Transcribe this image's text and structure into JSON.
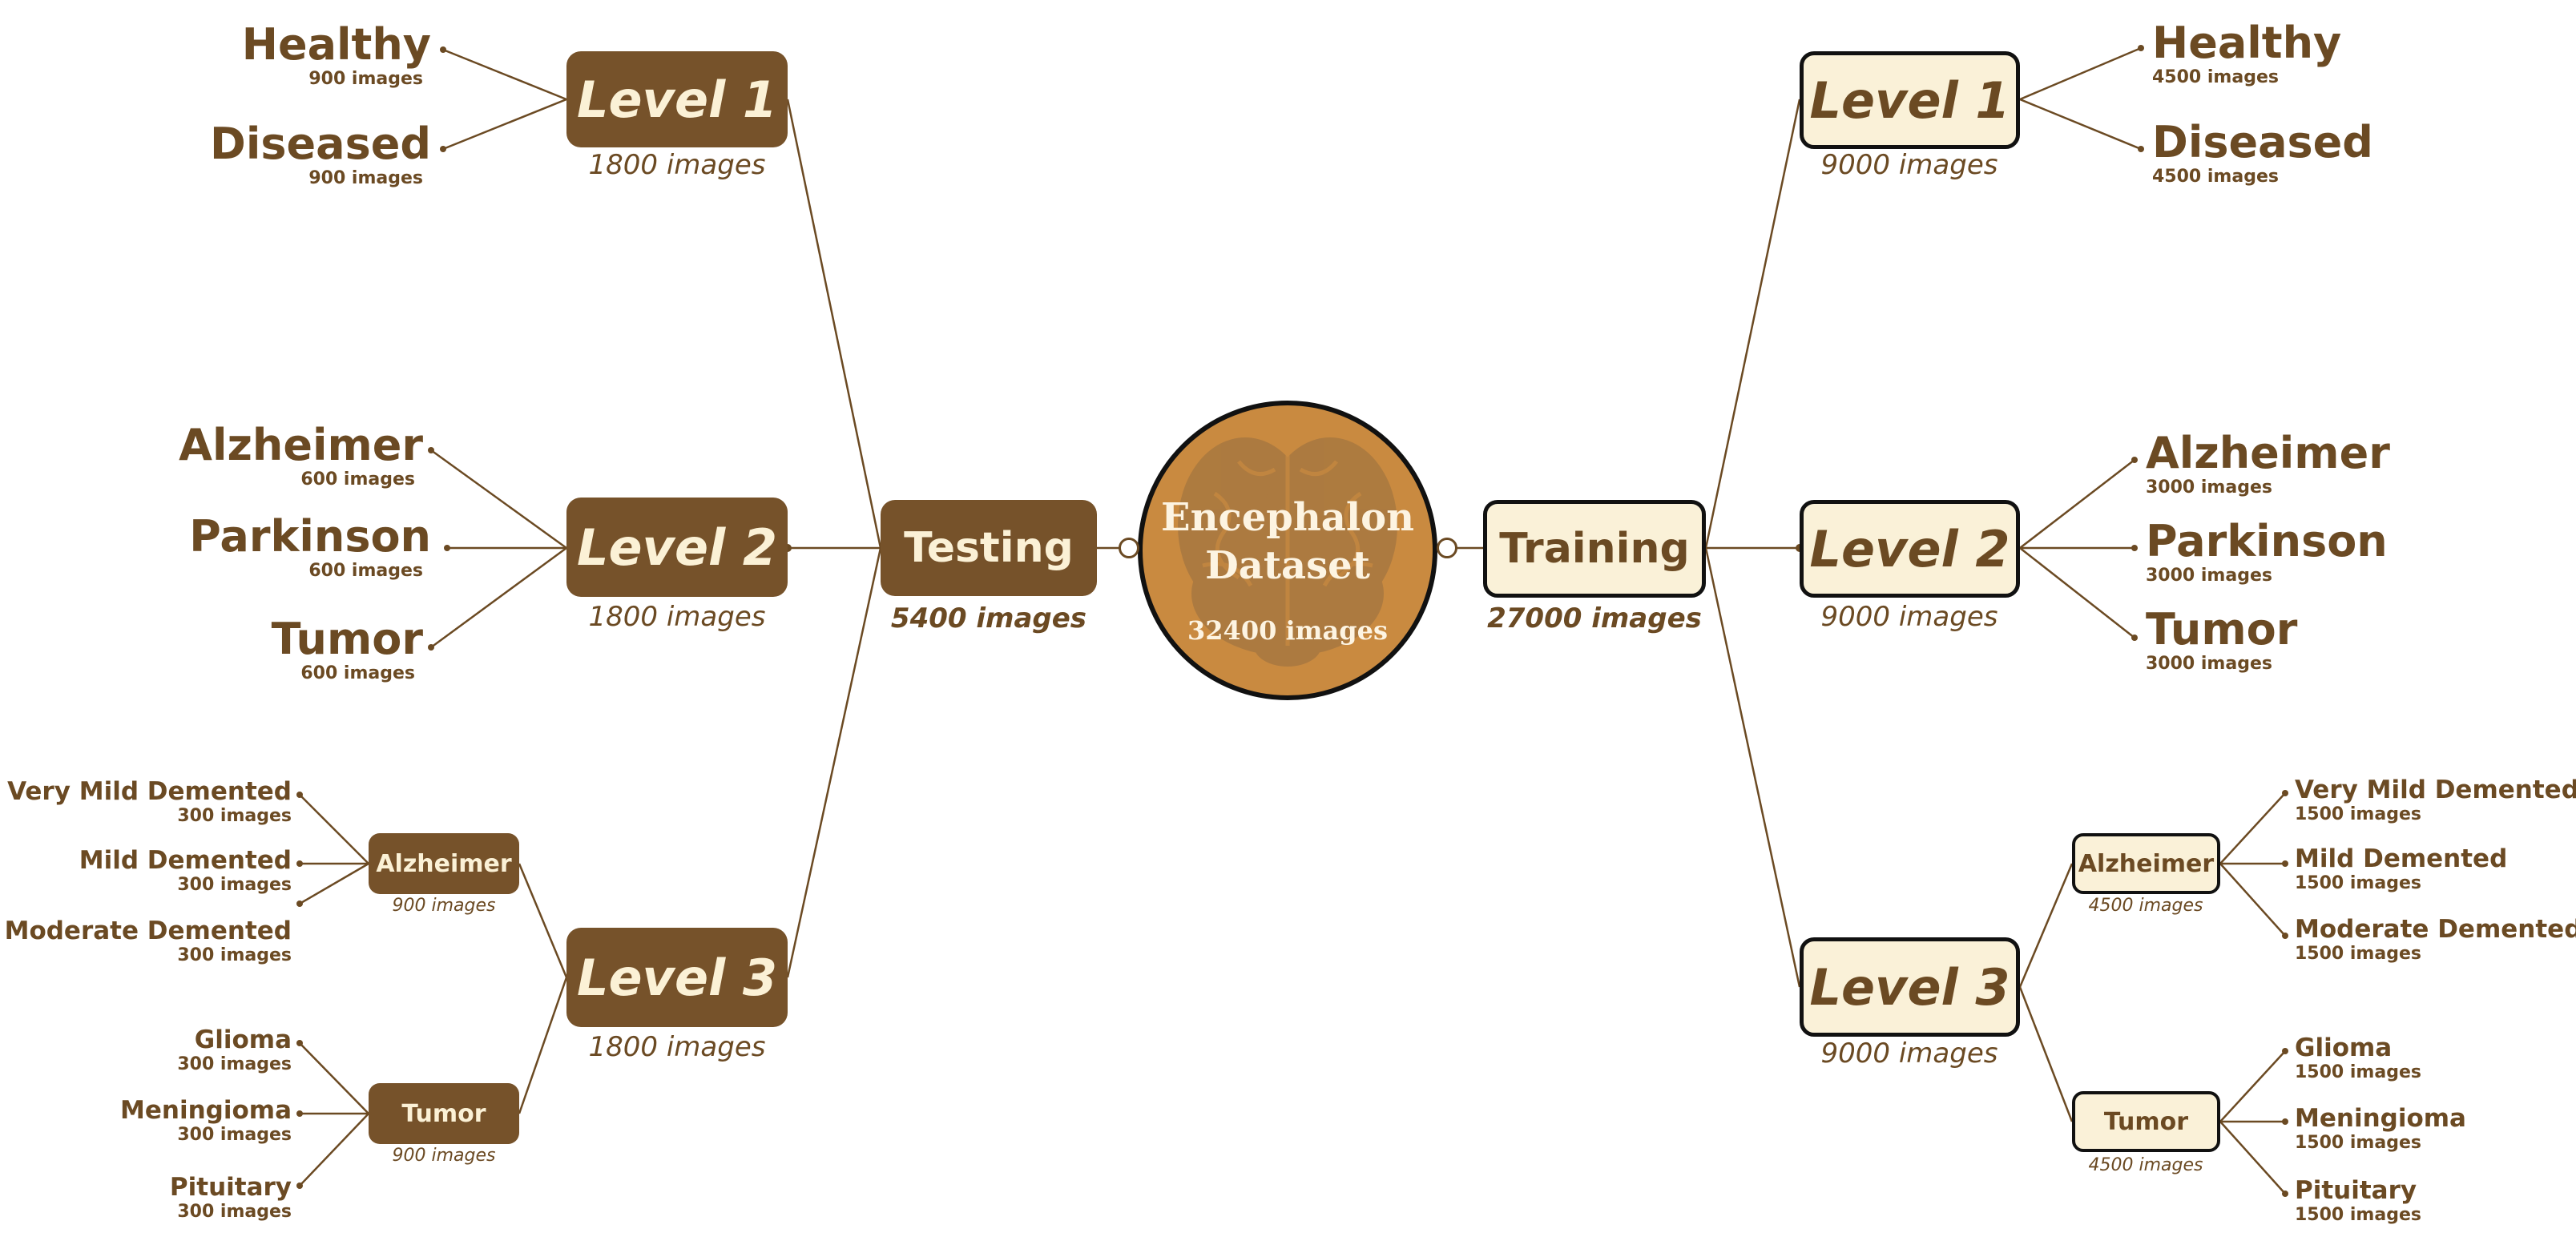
{
  "center": {
    "title_line1": "Encephalon",
    "title_line2": "Dataset",
    "count": "32400 images"
  },
  "testing": {
    "label": "Testing",
    "count": "5400 images",
    "level1": {
      "label": "Level 1",
      "count": "1800 images",
      "leaves": [
        {
          "name": "Healthy",
          "count": "900 images"
        },
        {
          "name": "Diseased",
          "count": "900 images"
        }
      ]
    },
    "level2": {
      "label": "Level 2",
      "count": "1800 images",
      "leaves": [
        {
          "name": "Alzheimer",
          "count": "600 images"
        },
        {
          "name": "Parkinson",
          "count": "600 images"
        },
        {
          "name": "Tumor",
          "count": "600 images"
        }
      ]
    },
    "level3": {
      "label": "Level 3",
      "count": "1800 images",
      "alzheimer": {
        "label": "Alzheimer",
        "count": "900 images",
        "leaves": [
          {
            "name": "Very Mild Demented",
            "count": "300 images"
          },
          {
            "name": "Mild Demented",
            "count": "300 images"
          },
          {
            "name": "Moderate Demented",
            "count": "300 images"
          }
        ]
      },
      "tumor": {
        "label": "Tumor",
        "count": "900 images",
        "leaves": [
          {
            "name": "Glioma",
            "count": "300 images"
          },
          {
            "name": "Meningioma",
            "count": "300 images"
          },
          {
            "name": "Pituitary",
            "count": "300 images"
          }
        ]
      }
    }
  },
  "training": {
    "label": "Training",
    "count": "27000 images",
    "level1": {
      "label": "Level 1",
      "count": "9000 images",
      "leaves": [
        {
          "name": "Healthy",
          "count": "4500 images"
        },
        {
          "name": "Diseased",
          "count": "4500 images"
        }
      ]
    },
    "level2": {
      "label": "Level 2",
      "count": "9000 images",
      "leaves": [
        {
          "name": "Alzheimer",
          "count": "3000 images"
        },
        {
          "name": "Parkinson",
          "count": "3000 images"
        },
        {
          "name": "Tumor",
          "count": "3000 images"
        }
      ]
    },
    "level3": {
      "label": "Level 3",
      "count": "9000 images",
      "alzheimer": {
        "label": "Alzheimer",
        "count": "4500 images",
        "leaves": [
          {
            "name": "Very Mild Demented",
            "count": "1500 images"
          },
          {
            "name": "Mild Demented",
            "count": "1500 images"
          },
          {
            "name": "Moderate Demented",
            "count": "1500 images"
          }
        ]
      },
      "tumor": {
        "label": "Tumor",
        "count": "4500 images",
        "leaves": [
          {
            "name": "Glioma",
            "count": "1500 images"
          },
          {
            "name": "Meningioma",
            "count": "1500 images"
          },
          {
            "name": "Pituitary",
            "count": "1500 images"
          }
        ]
      }
    }
  },
  "colors": {
    "dark_node": "#76522a",
    "light_node": "#faf1d8",
    "text": "#6b4a23",
    "center_fill": "#c98a40",
    "connector": "#6b4a23"
  },
  "icons": {
    "center_image": "brain-icon"
  }
}
